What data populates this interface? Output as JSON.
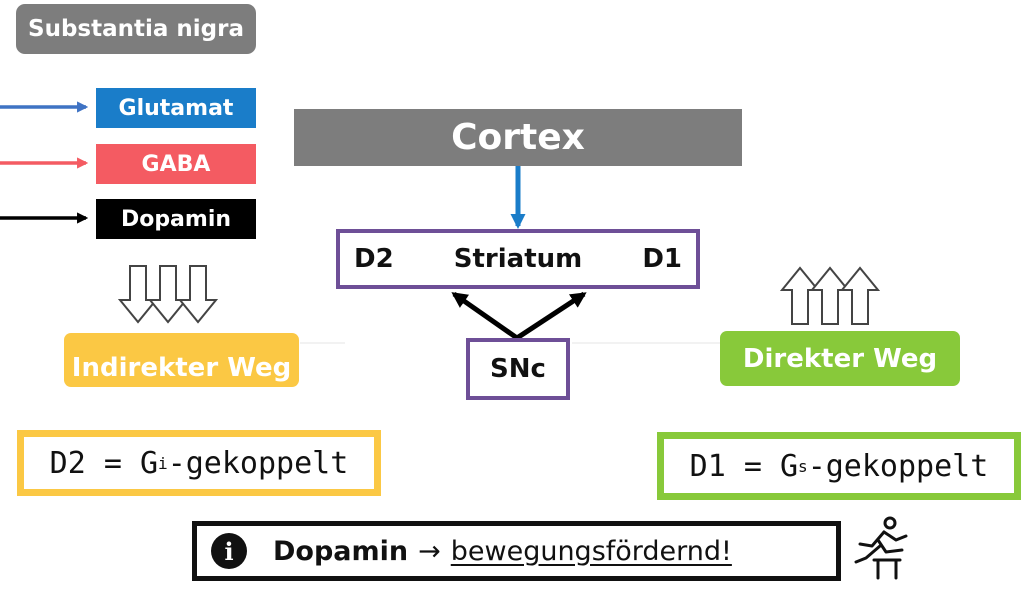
{
  "title": "Substantia nigra",
  "legend": [
    {
      "label": "Glutamat",
      "color": "#1a7dc9"
    },
    {
      "label": "GABA",
      "color": "#f45b62"
    },
    {
      "label": "Dopamin",
      "color": "#000000"
    }
  ],
  "cortex": "Cortex",
  "striatum": {
    "left": "D2",
    "center": "Striatum",
    "right": "D1"
  },
  "snc": "SNc",
  "indirect_pathway": "Indirekter Weg",
  "direct_pathway": "Direkter Weg",
  "d2_coupling": {
    "prefix": "D2 = G",
    "sub": "i",
    "suffix": "-gekoppelt"
  },
  "d1_coupling": {
    "prefix": "D1 = G",
    "sub": "s",
    "suffix": "-gekoppelt"
  },
  "info": {
    "icon": "i",
    "lead": "Dopamin",
    "arrow": "→",
    "emphasis": "bewegungsfördernd!"
  },
  "icons": [
    "info-icon",
    "hurdle-runner-icon",
    "down-arrows-icon",
    "up-arrows-icon"
  ]
}
